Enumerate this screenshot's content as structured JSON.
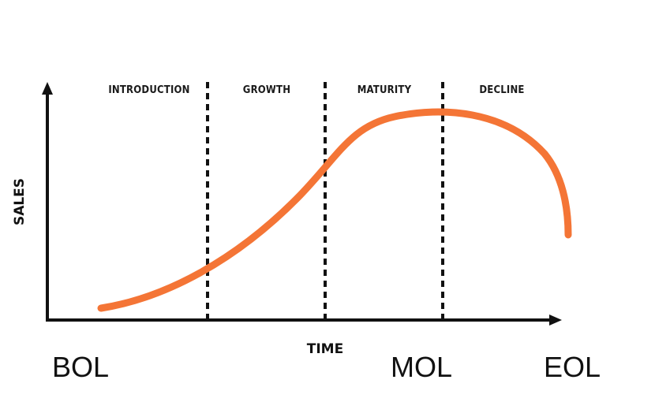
{
  "stages": [
    {
      "label": "INTRODUCTION"
    },
    {
      "label": "GROWTH"
    },
    {
      "label": "MATURITY"
    },
    {
      "label": "DECLINE"
    }
  ],
  "axes": {
    "y_label": "SALES",
    "x_label": "TIME"
  },
  "phases": [
    {
      "label": "BOL"
    },
    {
      "label": "MOL"
    },
    {
      "label": "EOL"
    }
  ],
  "colors": {
    "curve": "#f47536",
    "axis": "#111111",
    "divider": "#111111"
  }
}
